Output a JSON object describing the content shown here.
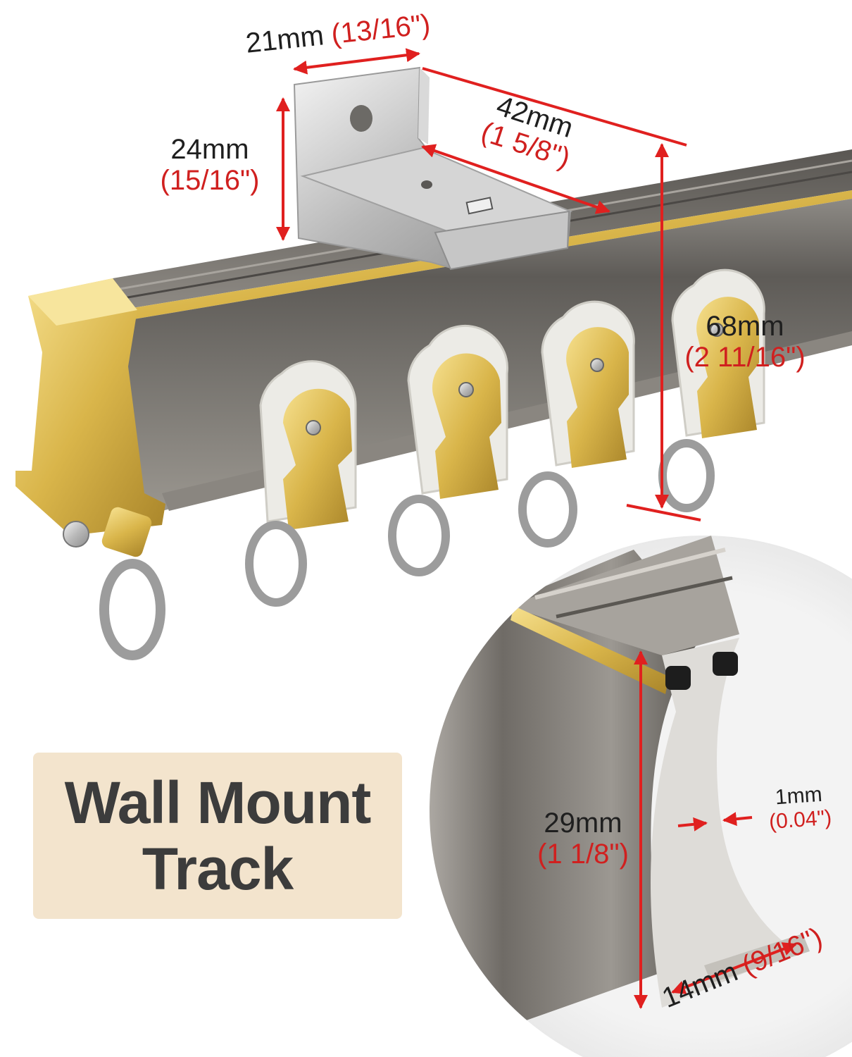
{
  "colors": {
    "dimension_line": "#e0201f",
    "inch_text": "#d0201f",
    "mm_text": "#1f1f1f",
    "label_bg": "#f3e4cd",
    "label_text": "#3c3c3c",
    "gold": "#d9b54a",
    "rail": "#6b6761"
  },
  "dimensions": {
    "bracket_width": {
      "mm": "21mm",
      "inch": "(13/16\")"
    },
    "bracket_height": {
      "mm": "24mm",
      "inch": "(15/16\")"
    },
    "bracket_depth": {
      "mm": "42mm",
      "inch": "(1 5/8\")"
    },
    "overall_height": {
      "mm": "68mm",
      "inch": "(2 11/16\")"
    },
    "profile_height": {
      "mm": "29mm",
      "inch": "(1 1/8\")"
    },
    "wall_thickness": {
      "mm": "1mm",
      "inch": "(0.04\")"
    },
    "profile_width": {
      "mm": "14mm",
      "inch": "(9/16\")"
    }
  },
  "label": {
    "line1": "Wall Mount",
    "line2": "Track"
  },
  "icons": [
    "mounting-bracket-icon",
    "curtain-rail-icon",
    "glider-hook-icon",
    "profile-cross-section-icon"
  ]
}
